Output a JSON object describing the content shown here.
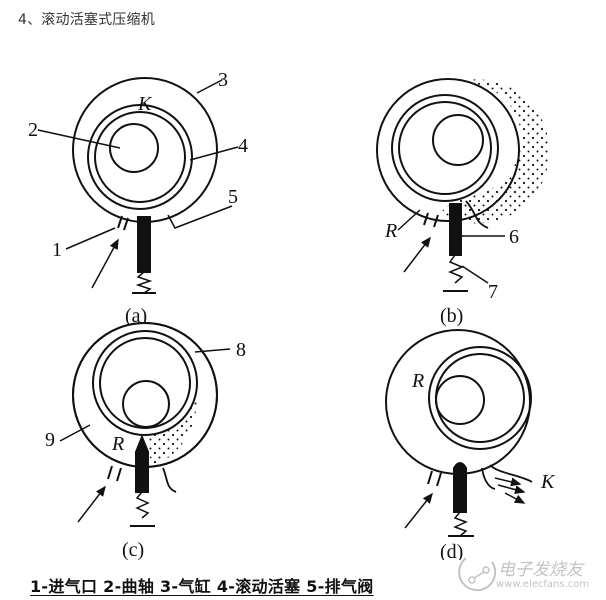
{
  "heading": "4、滚动活塞式压缩机",
  "panels": {
    "a": {
      "label": "(a)",
      "chamber": "K",
      "callouts": [
        "1",
        "2",
        "3",
        "4",
        "5"
      ]
    },
    "b": {
      "label": "(b)",
      "chamber": "R",
      "callouts": [
        "6",
        "7"
      ]
    },
    "c": {
      "label": "(c)",
      "chamber": "R",
      "callouts": [
        "8",
        "9"
      ]
    },
    "d": {
      "label": "(d)",
      "chamber_suction": "R",
      "chamber_discharge": "K"
    }
  },
  "caption": "1-进气口 2-曲轴 3-气缸 4-滚动活塞 5-排气阀",
  "watermark": {
    "brand": "电子发烧友",
    "url": "www.elecfans.com"
  },
  "colors": {
    "ink": "#111111",
    "text": "#333333",
    "watermark": "#c3c3c3"
  }
}
